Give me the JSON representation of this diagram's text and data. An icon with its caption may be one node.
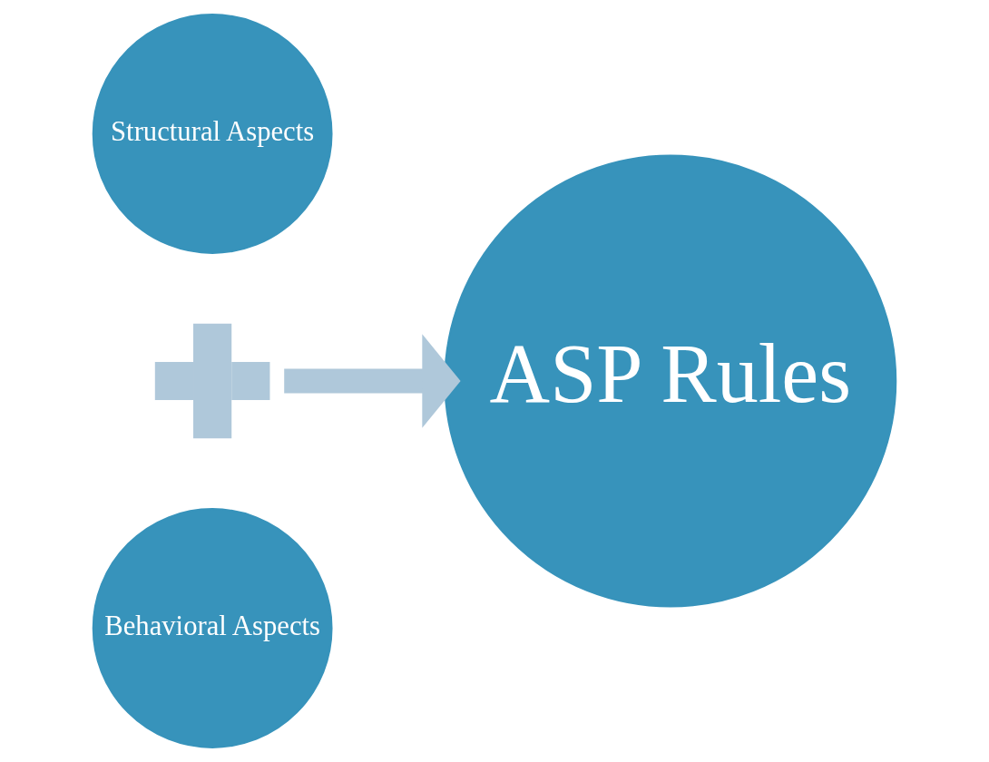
{
  "diagram": {
    "nodes": [
      {
        "text": [
          "Structural Aspects"
        ]
      },
      {
        "text": [],
        "shape": "plus"
      },
      {
        "text": [
          "Behavioral Aspects"
        ]
      },
      {
        "text": [
          "ASP Rules"
        ]
      }
    ],
    "edges": [
      {
        "from": 1,
        "to": 3,
        "arrow": "to",
        "color": "#afc8da"
      }
    ]
  }
}
